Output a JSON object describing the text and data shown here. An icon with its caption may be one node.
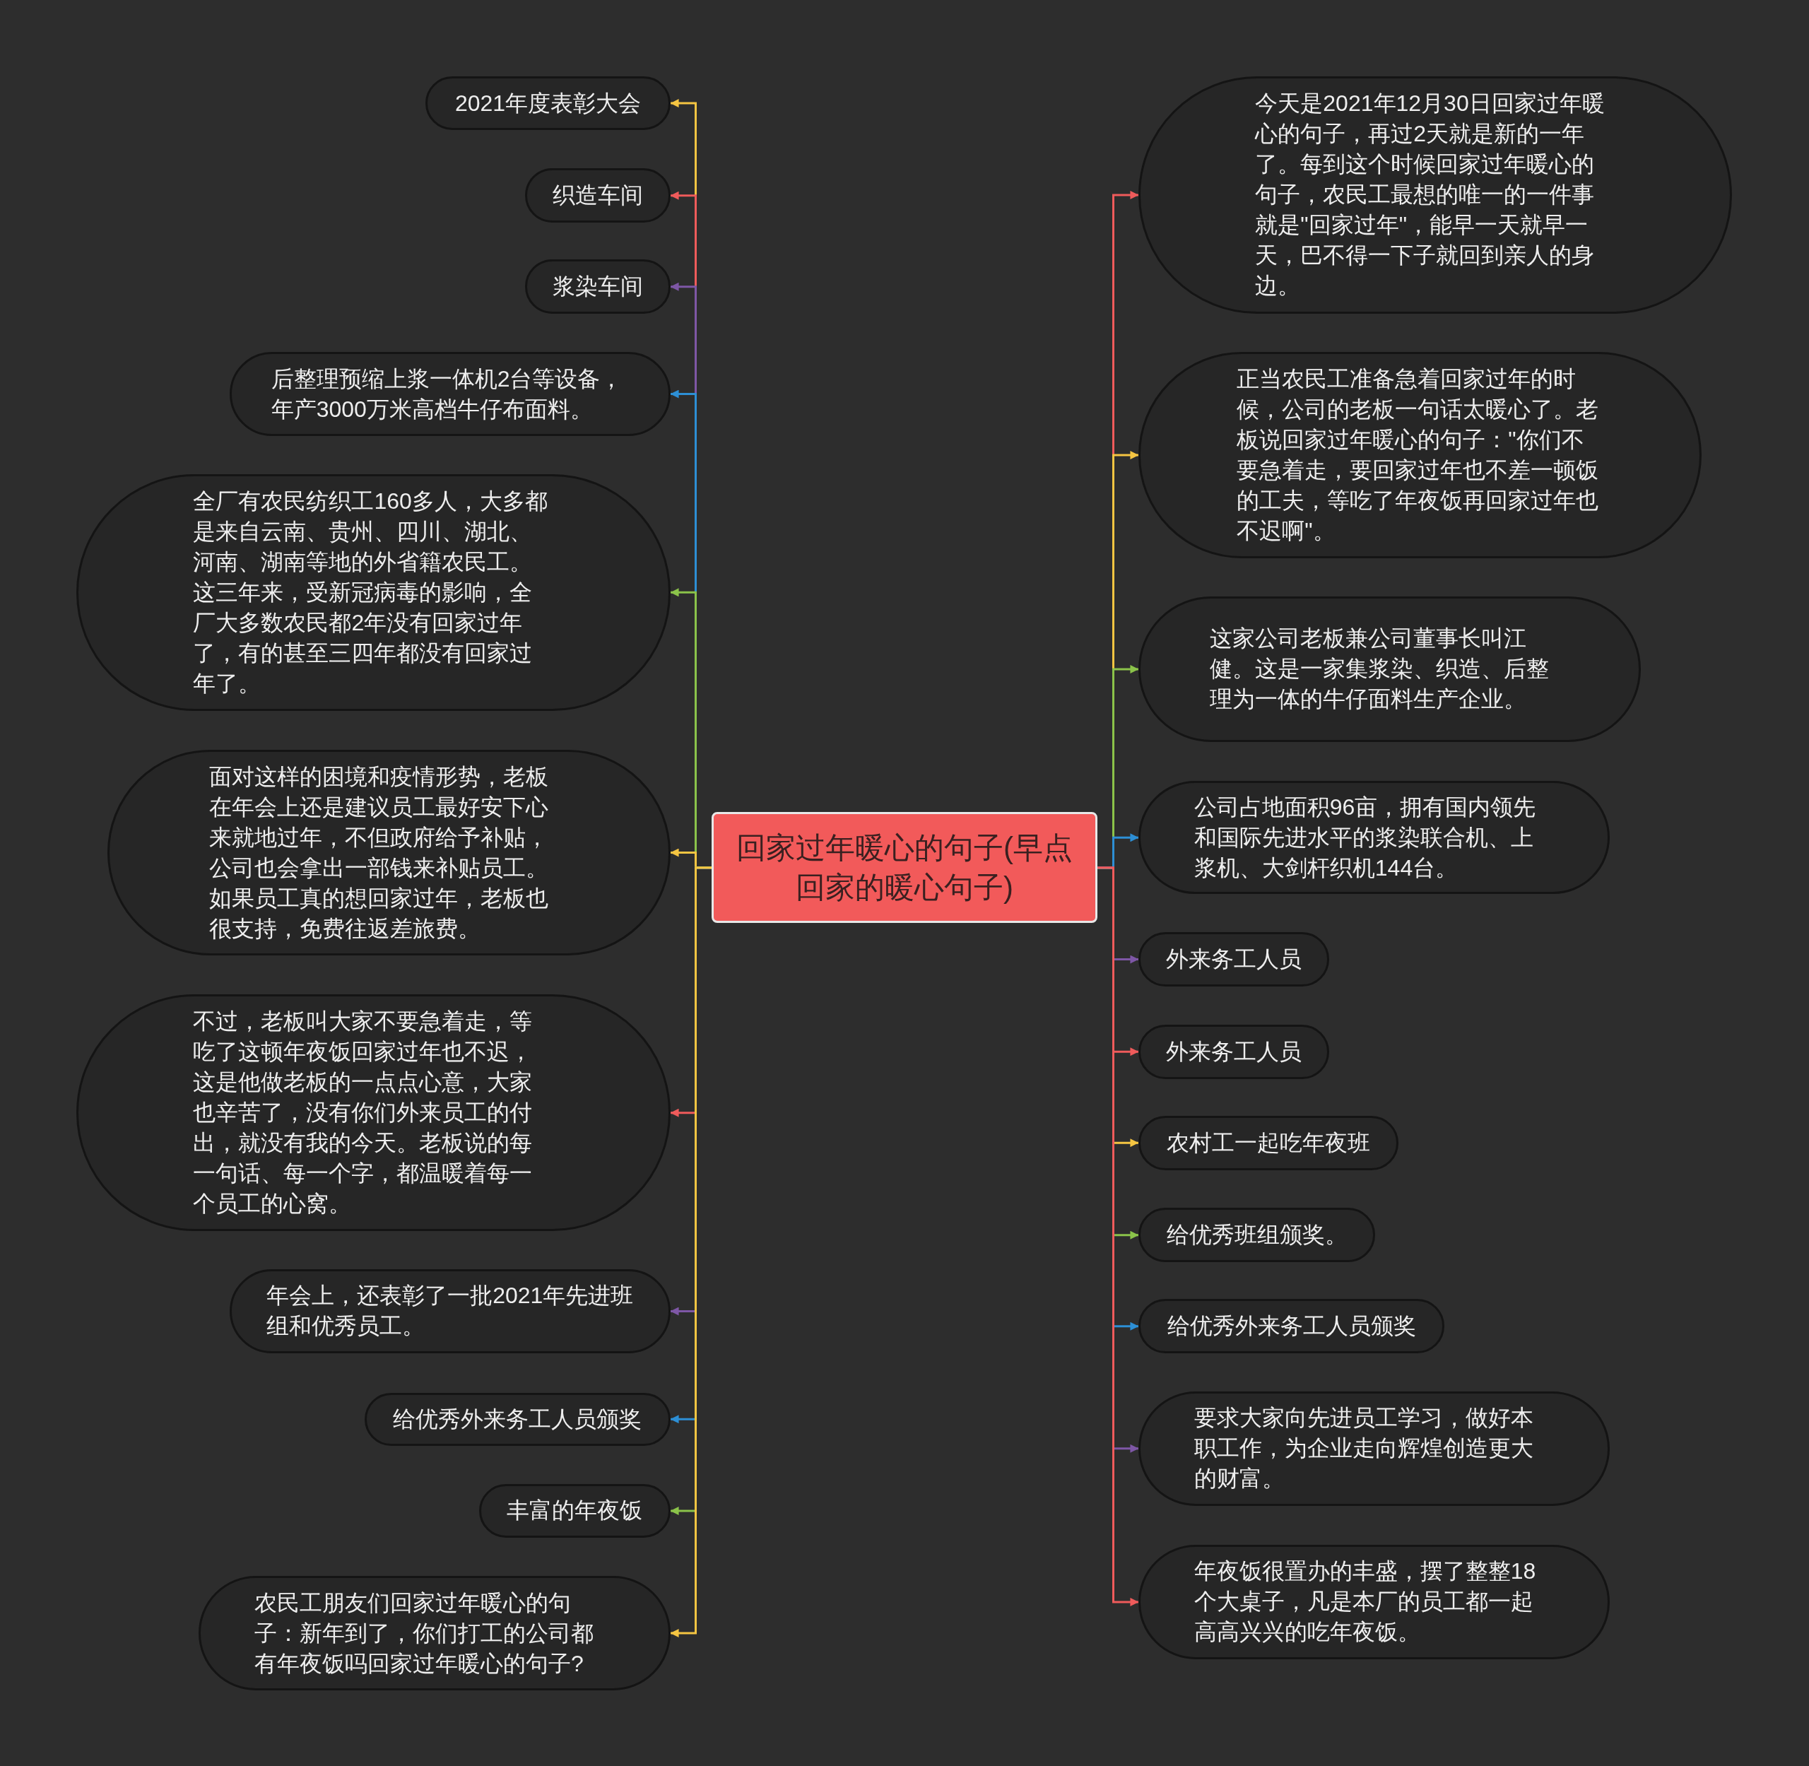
{
  "diagram": {
    "nodes": [
      {
        "text": [
          "回家过年暖心的句子(早点回家的暖心句子)"
        ]
      },
      {
        "text": [
          "2021年度表彰大会"
        ]
      },
      {
        "text": [
          "织造车间"
        ]
      },
      {
        "text": [
          "浆染车间"
        ]
      },
      {
        "text": [
          "后整理预缩上浆一体机2台等设备，年产3000万米高档牛仔布面料。"
        ]
      },
      {
        "text": [
          "全厂有农民纺织工160多人，大多都是来自云南、贵州、四川、湖北、河南、湖南等地的外省籍农民工。这三年来，受新冠病毒的影响，全厂大多数农民都2年没有回家过年了，有的甚至三四年都没有回家过年了。"
        ]
      },
      {
        "text": [
          "面对这样的困境和疫情形势，老板在年会上还是建议员工最好安下心来就地过年，不但政府给予补贴，公司也会拿出一部钱来补贴员工。如果员工真的想回家过年，老板也很支持，免费往返差旅费。"
        ]
      },
      {
        "text": [
          "不过，老板叫大家不要急着走，等吃了这顿年夜饭回家过年也不迟，这是他做老板的一点点心意，大家也辛苦了，没有你们外来员工的付出，就没有我的今天。老板说的每一句话、每一个字，都温暖着每一个员工的心窝。"
        ]
      },
      {
        "text": [
          "年会上，还表彰了一批2021年先进班组和优秀员工。"
        ]
      },
      {
        "text": [
          "给优秀外来务工人员颁奖"
        ]
      },
      {
        "text": [
          "丰富的年夜饭"
        ]
      },
      {
        "text": [
          "农民工朋友们回家过年暖心的句子：新年到了，你们打工的公司都有年夜饭吗回家过年暖心的句子?"
        ]
      },
      {
        "text": [
          "今天是2021年12月30日回家过年暖心的句子，再过2天就是新的一年了。每到这个时候回家过年暖心的句子，农民工最想的唯一的一件事就是\"回家过年\"，能早一天就早一天，巴不得一下子就回到亲人的身边。"
        ]
      },
      {
        "text": [
          "正当农民工准备急着回家过年的时候，公司的老板一句话太暖心了。老板说回家过年暖心的句子：\"你们不要急着走，要回家过年也不差一顿饭的工夫，等吃了年夜饭再回家过年也不迟啊\"。"
        ]
      },
      {
        "text": [
          "这家公司老板兼公司董事长叫江健。这是一家集浆染、织造、后整理为一体的牛仔面料生产企业。"
        ]
      },
      {
        "text": [
          "公司占地面积96亩，拥有国内领先和国际先进水平的浆染联合机、上浆机、大剑杆织机144台。"
        ]
      },
      {
        "text": [
          "外来务工人员"
        ]
      },
      {
        "text": [
          "外来务工人员"
        ]
      },
      {
        "text": [
          "农村工一起吃年夜班"
        ]
      },
      {
        "text": [
          "给优秀班组颁奖。"
        ]
      },
      {
        "text": [
          "给优秀外来务工人员颁奖"
        ]
      },
      {
        "text": [
          "要求大家向先进员工学习，做好本职工作，为企业走向辉煌创造更大的财富。"
        ]
      },
      {
        "text": [
          "年夜饭很置办的丰盛，摆了整整18个大桌子，凡是本厂的员工都一起高高兴兴的吃年夜饭。"
        ]
      }
    ],
    "edges": [
      {
        "from": 0,
        "to": 1,
        "arrow": "to",
        "color": "#f5c542"
      },
      {
        "from": 0,
        "to": 2,
        "arrow": "to",
        "color": "#ef5b5b"
      },
      {
        "from": 0,
        "to": 3,
        "arrow": "to",
        "color": "#7e57a6"
      },
      {
        "from": 0,
        "to": 4,
        "arrow": "to",
        "color": "#2d8fd5"
      },
      {
        "from": 0,
        "to": 5,
        "arrow": "to",
        "color": "#8bc34a"
      },
      {
        "from": 0,
        "to": 6,
        "arrow": "to",
        "color": "#f5c542"
      },
      {
        "from": 0,
        "to": 7,
        "arrow": "to",
        "color": "#ef5b5b"
      },
      {
        "from": 0,
        "to": 8,
        "arrow": "to",
        "color": "#7e57a6"
      },
      {
        "from": 0,
        "to": 9,
        "arrow": "to",
        "color": "#2d8fd5"
      },
      {
        "from": 0,
        "to": 10,
        "arrow": "to",
        "color": "#8bc34a"
      },
      {
        "from": 0,
        "to": 11,
        "arrow": "to",
        "color": "#f5c542"
      },
      {
        "from": 0,
        "to": 12,
        "arrow": "to",
        "color": "#ef5b5b"
      },
      {
        "from": 0,
        "to": 13,
        "arrow": "to",
        "color": "#f5c542"
      },
      {
        "from": 0,
        "to": 14,
        "arrow": "to",
        "color": "#8bc34a"
      },
      {
        "from": 0,
        "to": 15,
        "arrow": "to",
        "color": "#2d8fd5"
      },
      {
        "from": 0,
        "to": 16,
        "arrow": "to",
        "color": "#7e57a6"
      },
      {
        "from": 0,
        "to": 17,
        "arrow": "to",
        "color": "#ef5b5b"
      },
      {
        "from": 0,
        "to": 18,
        "arrow": "to",
        "color": "#f5c542"
      },
      {
        "from": 0,
        "to": 19,
        "arrow": "to",
        "color": "#8bc34a"
      },
      {
        "from": 0,
        "to": 20,
        "arrow": "to",
        "color": "#2d8fd5"
      },
      {
        "from": 0,
        "to": 21,
        "arrow": "to",
        "color": "#7e57a6"
      },
      {
        "from": 0,
        "to": 22,
        "arrow": "to",
        "color": "#ef5b5b"
      }
    ]
  }
}
